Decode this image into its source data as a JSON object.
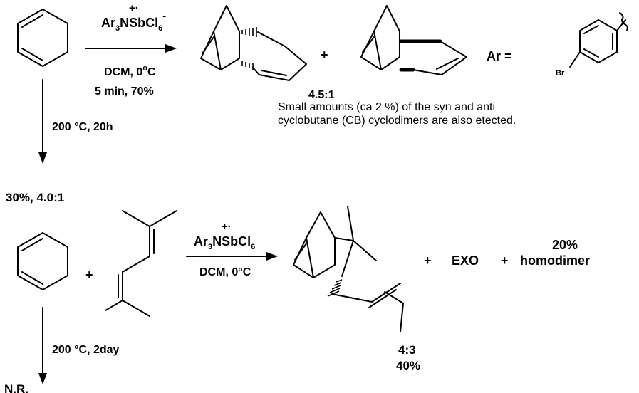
{
  "reaction1": {
    "reagent": "Ar₃ṄSbCl₆",
    "reagent_main": "Ar",
    "reagent_sub3": "3",
    "reagent_N": "N",
    "reagent_radical": "+·",
    "reagent_rest": "SbCl",
    "reagent_sub6": "6",
    "reagent_minus": "-",
    "conditions_1": "DCM, 0",
    "conditions_1_deg": "o",
    "conditions_1_c": "C",
    "conditions_2": "5 min, 70%",
    "plus": "+",
    "ratio": "4.5:1",
    "ar_label": "Ar =",
    "br_label": "Br",
    "thermal": "200 °C, 20h",
    "thermal_result": "30%, 4.0:1",
    "note_line1": "Small amounts (ca 2 %) of the syn and anti",
    "note_line2": "cyclobutane (CB) cyclodimers are also etected."
  },
  "reaction2": {
    "reagent_main": "Ar",
    "reagent_sub3": "3",
    "reagent_N": "N",
    "reagent_radical": "+·",
    "reagent_rest": "SbCl",
    "reagent_sub6": "6",
    "conditions": "DCM, 0°C",
    "plus_reactant": "+",
    "plus_1": "+",
    "exo": "EXO",
    "plus_2": "+",
    "homodimer_pct": "20%",
    "homodimer": "homodimer",
    "ratio": "4:3",
    "yield": "40%",
    "thermal": "200 °C, 2day",
    "thermal_result": "N.R."
  }
}
